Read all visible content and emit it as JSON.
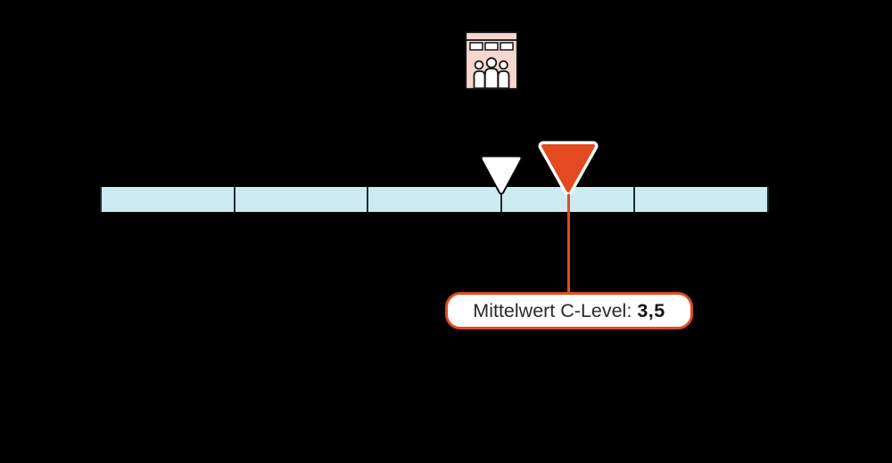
{
  "page": {
    "background_color": "#000000"
  },
  "icon": {
    "name": "company-with-people",
    "fill_color": "#f6d6cf",
    "outline_color": "#141414",
    "windows": 3,
    "people": 3
  },
  "scale_bar": {
    "fill_color": "#cdecf2",
    "divider_color": "#1c2a2a",
    "segments": 5
  },
  "callout": {
    "label": "Mittelwert C-Level:",
    "value": "3,5",
    "border_color": "#e44a1f",
    "background_color": "#ffffff",
    "text_color": "#2a2a2a"
  },
  "chart_data": {
    "type": "scale",
    "title": "",
    "axis": {
      "min": 0,
      "max": 5,
      "segments": 5,
      "tick_labels_visible": false
    },
    "markers": [
      {
        "id": "primary",
        "label": "Mittelwert C-Level",
        "value": 3.5,
        "value_text": "3,5",
        "color": "#e44a1f",
        "outline": "#ffffff",
        "has_callout": true
      },
      {
        "id": "secondary",
        "label": "",
        "value": 3.0,
        "color": "#ffffff",
        "outline": "#0a0a0a",
        "has_callout": false
      }
    ],
    "legend": "none",
    "annotations": [
      "Mittelwert C-Level: 3,5"
    ]
  }
}
